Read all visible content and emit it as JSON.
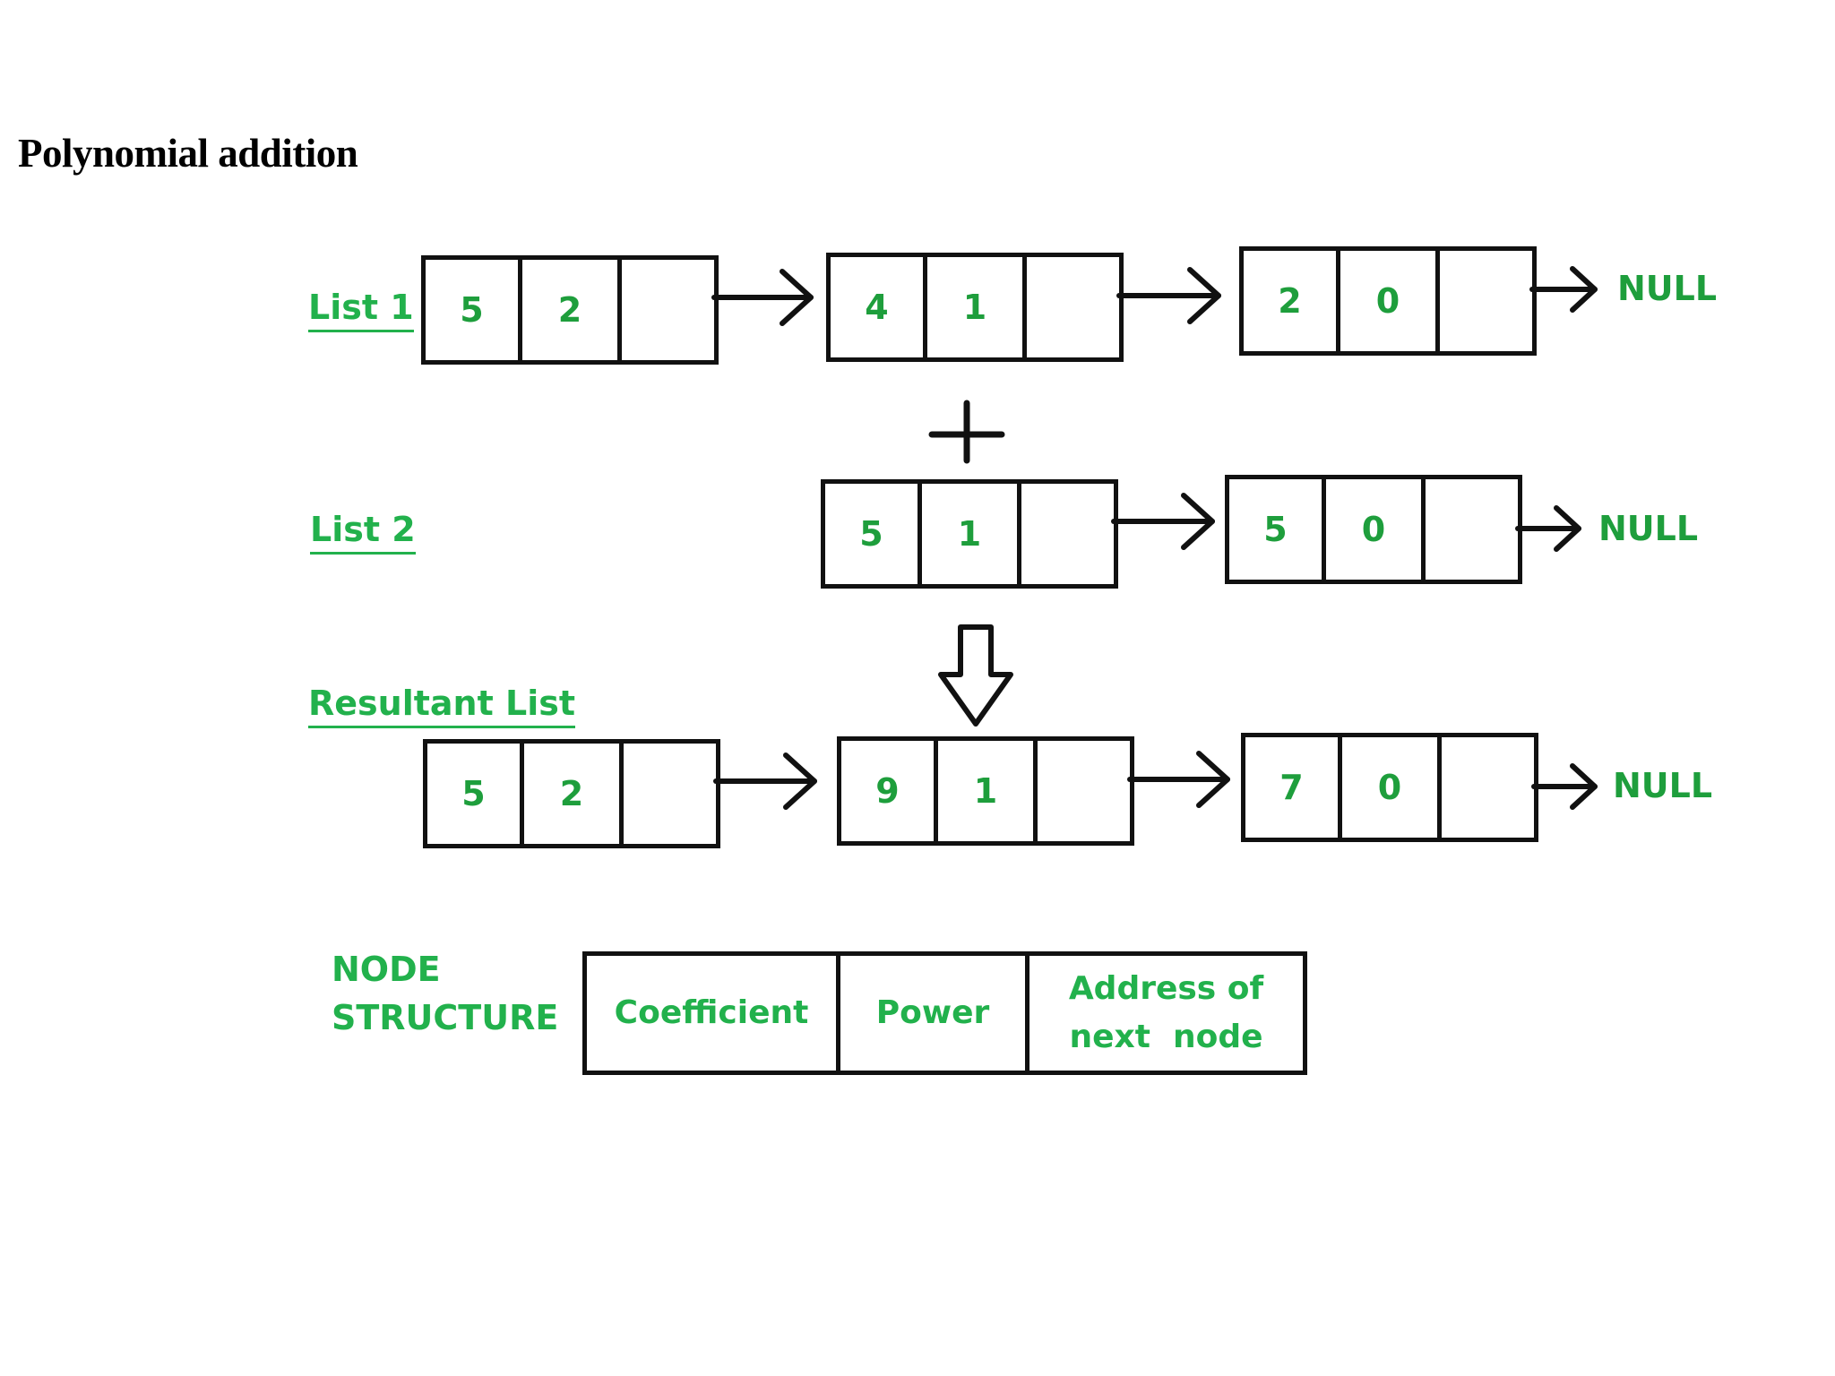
{
  "title": "Polynomial addition",
  "labels": {
    "list1": "List 1",
    "list2": "List 2",
    "result": "Resultant List"
  },
  "list1": [
    {
      "coefficient": "5",
      "power": "2"
    },
    {
      "coefficient": "4",
      "power": "1"
    },
    {
      "coefficient": "2",
      "power": "0"
    }
  ],
  "list2": [
    {
      "coefficient": "5",
      "power": "1"
    },
    {
      "coefficient": "5",
      "power": "0"
    }
  ],
  "result": [
    {
      "coefficient": "5",
      "power": "2"
    },
    {
      "coefficient": "9",
      "power": "1"
    },
    {
      "coefficient": "7",
      "power": "0"
    }
  ],
  "null_text": "NULL",
  "node_structure": {
    "label_line1": "NODE",
    "label_line2": "STRUCTURE",
    "field1": "Coefficient",
    "field2": "Power",
    "field3_line1": "Address of",
    "field3_line2": "next  node"
  },
  "colors": {
    "label_green": "#22b14c",
    "value_green": "#1e9e3c",
    "outline": "#111111"
  }
}
